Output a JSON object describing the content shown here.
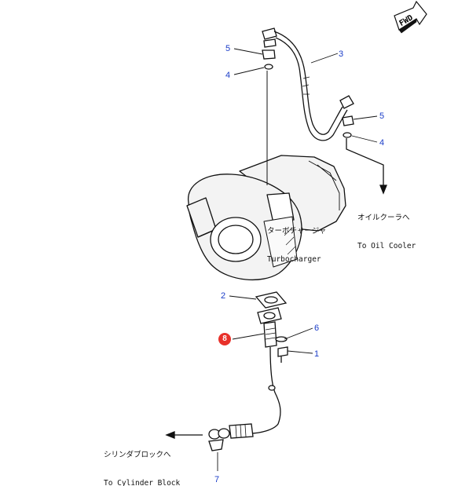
{
  "fwd_label": "FWD",
  "callouts": {
    "p1": "1",
    "p2": "2",
    "p3": "3",
    "p4_top": "4",
    "p4_right": "4",
    "p5_top": "5",
    "p5_right": "5",
    "p6": "6",
    "p7": "7"
  },
  "hotspot": {
    "label": "8",
    "color": "#e8312a"
  },
  "labels": {
    "turbo_jp": "ターボチャージャ",
    "turbo_en": "Turbocharger",
    "oil_cooler_jp": "オイルクーラへ",
    "oil_cooler_en": "To Oil Cooler",
    "cyl_block_jp": "シリンダブロックへ",
    "cyl_block_en": "To Cylinder Block"
  },
  "colors": {
    "callout": "#1a3cc8",
    "line": "#111111"
  }
}
